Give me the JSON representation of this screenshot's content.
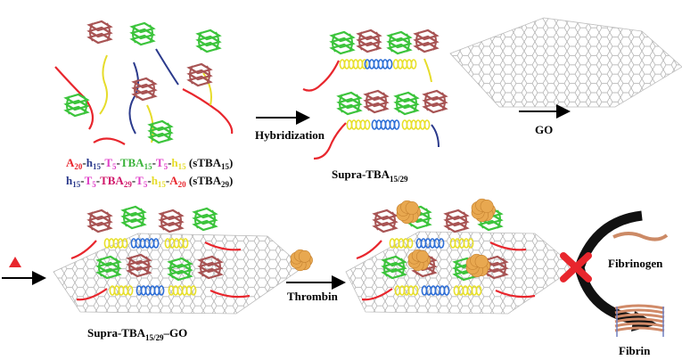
{
  "sequences": {
    "seq1": [
      {
        "t": "A",
        "c": "red"
      },
      {
        "t": "20",
        "c": "red",
        "sub": true
      },
      {
        "t": "-",
        "c": "black"
      },
      {
        "t": "h",
        "c": "navy"
      },
      {
        "t": "15",
        "c": "navy",
        "sub": true
      },
      {
        "t": "-",
        "c": "black"
      },
      {
        "t": "T",
        "c": "magenta"
      },
      {
        "t": "5",
        "c": "magenta",
        "sub": true
      },
      {
        "t": "-",
        "c": "black"
      },
      {
        "t": "TBA",
        "c": "green"
      },
      {
        "t": "15",
        "c": "green",
        "sub": true
      },
      {
        "t": "-",
        "c": "black"
      },
      {
        "t": "T",
        "c": "magenta"
      },
      {
        "t": "5",
        "c": "magenta",
        "sub": true
      },
      {
        "t": "-",
        "c": "black"
      },
      {
        "t": "h",
        "c": "yellow"
      },
      {
        "t": "15",
        "c": "yellow",
        "sub": true
      },
      {
        "t": "  (sTBA",
        "c": "black"
      },
      {
        "t": "15",
        "c": "black",
        "sub": true
      },
      {
        "t": ")",
        "c": "black"
      }
    ],
    "seq2": [
      {
        "t": "h",
        "c": "navy"
      },
      {
        "t": "15",
        "c": "navy",
        "sub": true
      },
      {
        "t": "-",
        "c": "black"
      },
      {
        "t": "T",
        "c": "magenta"
      },
      {
        "t": "5",
        "c": "magenta",
        "sub": true
      },
      {
        "t": "-",
        "c": "black"
      },
      {
        "t": "TBA",
        "c": "crimson"
      },
      {
        "t": "29",
        "c": "crimson",
        "sub": true
      },
      {
        "t": "-",
        "c": "black"
      },
      {
        "t": "T",
        "c": "magenta"
      },
      {
        "t": "5",
        "c": "magenta",
        "sub": true
      },
      {
        "t": "-",
        "c": "black"
      },
      {
        "t": "h",
        "c": "yellow"
      },
      {
        "t": "15",
        "c": "yellow",
        "sub": true
      },
      {
        "t": "-",
        "c": "black"
      },
      {
        "t": "A",
        "c": "red"
      },
      {
        "t": "20",
        "c": "red",
        "sub": true
      },
      {
        "t": "  (sTBA",
        "c": "black"
      },
      {
        "t": "29",
        "c": "black",
        "sub": true
      },
      {
        "t": ")",
        "c": "black"
      }
    ]
  },
  "labels": {
    "hybridization": "Hybridization",
    "go": "GO",
    "supra_main": "Supra-TBA",
    "supra_sub": "15/29",
    "complex_main": "Supra-TBA",
    "complex_sub": "15/29",
    "complex_suffix": "–GO",
    "thrombin": "Thrombin",
    "fibrinogen": "Fibrinogen",
    "fibrin": "Fibrin"
  },
  "colors": {
    "red": "#e8262d",
    "navy": "#2b3a8c",
    "magenta": "#e040c8",
    "green": "#3bb33b",
    "crimson": "#d0186a",
    "yellow": "#e6dc2a",
    "quad_green": "#3cc43c",
    "quad_brown": "#a85454",
    "helix_blue": "#2f6fd6",
    "helix_yellow": "#e8e02c",
    "graphene": "#9a9a9a",
    "thrombin": "#e8a850",
    "cross": "#e8262d",
    "triangle": "#e8262d",
    "black": "#111111"
  }
}
